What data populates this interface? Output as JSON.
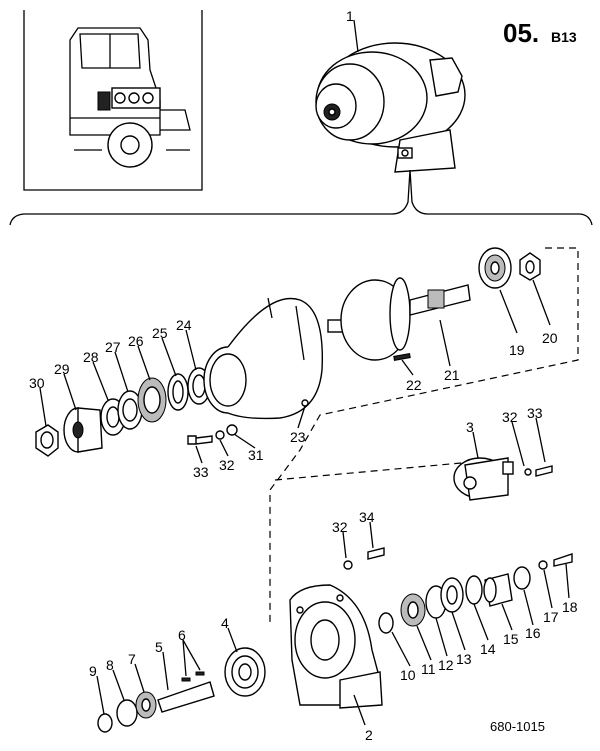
{
  "page": {
    "code_main": "05.",
    "code_sub": "B13",
    "footer_ref": "680-1015"
  },
  "callouts": [
    {
      "id": "c1",
      "label": "1"
    },
    {
      "id": "c2",
      "label": "2"
    },
    {
      "id": "c3",
      "label": "3"
    },
    {
      "id": "c4",
      "label": "4"
    },
    {
      "id": "c5",
      "label": "5"
    },
    {
      "id": "c6",
      "label": "6"
    },
    {
      "id": "c7",
      "label": "7"
    },
    {
      "id": "c8",
      "label": "8"
    },
    {
      "id": "c9",
      "label": "9"
    },
    {
      "id": "c10",
      "label": "10"
    },
    {
      "id": "c11",
      "label": "11"
    },
    {
      "id": "c12",
      "label": "12"
    },
    {
      "id": "c13",
      "label": "13"
    },
    {
      "id": "c14",
      "label": "14"
    },
    {
      "id": "c15",
      "label": "15"
    },
    {
      "id": "c16",
      "label": "16"
    },
    {
      "id": "c17",
      "label": "17"
    },
    {
      "id": "c18",
      "label": "18"
    },
    {
      "id": "c19",
      "label": "19"
    },
    {
      "id": "c20",
      "label": "20"
    },
    {
      "id": "c21",
      "label": "21"
    },
    {
      "id": "c22",
      "label": "22"
    },
    {
      "id": "c23",
      "label": "23"
    },
    {
      "id": "c24",
      "label": "24"
    },
    {
      "id": "c25",
      "label": "25"
    },
    {
      "id": "c26",
      "label": "26"
    },
    {
      "id": "c27",
      "label": "27"
    },
    {
      "id": "c28",
      "label": "28"
    },
    {
      "id": "c29",
      "label": "29"
    },
    {
      "id": "c30",
      "label": "30"
    },
    {
      "id": "c31",
      "label": "31"
    },
    {
      "id": "c32a",
      "label": "32"
    },
    {
      "id": "c32b",
      "label": "32"
    },
    {
      "id": "c32c",
      "label": "32"
    },
    {
      "id": "c33a",
      "label": "33"
    },
    {
      "id": "c33b",
      "label": "33"
    },
    {
      "id": "c34",
      "label": "34"
    }
  ]
}
